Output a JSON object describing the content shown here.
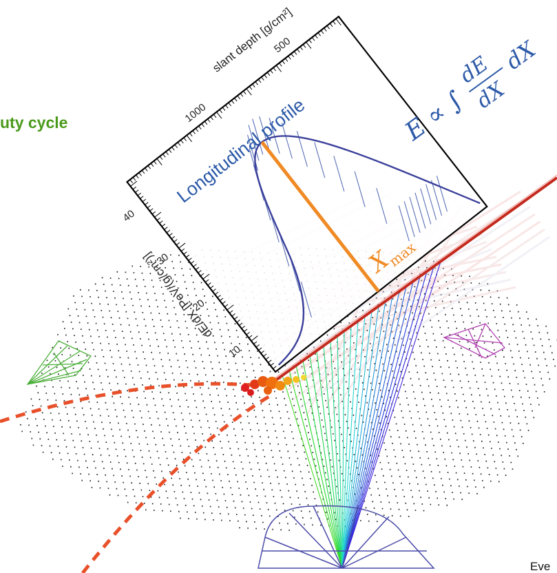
{
  "labels": {
    "duty_cycle_fragment": "uty cycle",
    "longitudinal_profile": "Longitudinal profile",
    "slant_depth_axis": "slant depth [g/cm²]",
    "dedx_axis": "dE/dX [PeV/(g/cm²)]",
    "xmax_letter": "X",
    "xmax_subscript": "max",
    "footer_fragment": "Eve"
  },
  "formula": {
    "lhs": "E ∝ ∫",
    "numerator": "dE",
    "denominator": "dX",
    "tail": "dX"
  },
  "ticks": {
    "slant_depth": [
      "1000",
      "500"
    ],
    "dedx": [
      "10",
      "20",
      "30",
      "40"
    ]
  },
  "colors": {
    "duty_cycle_green": "#4a9a1a",
    "profile_blue": "#2d5aa8",
    "xmax_orange": "#f08a24",
    "shower_axis_red": "#c42a1e",
    "trajectory_dashed": "#e8502a",
    "telescope_blue": "#4a4aa8",
    "telescope_green": "#4caf3a",
    "telescope_magenta": "#b040b0"
  }
}
